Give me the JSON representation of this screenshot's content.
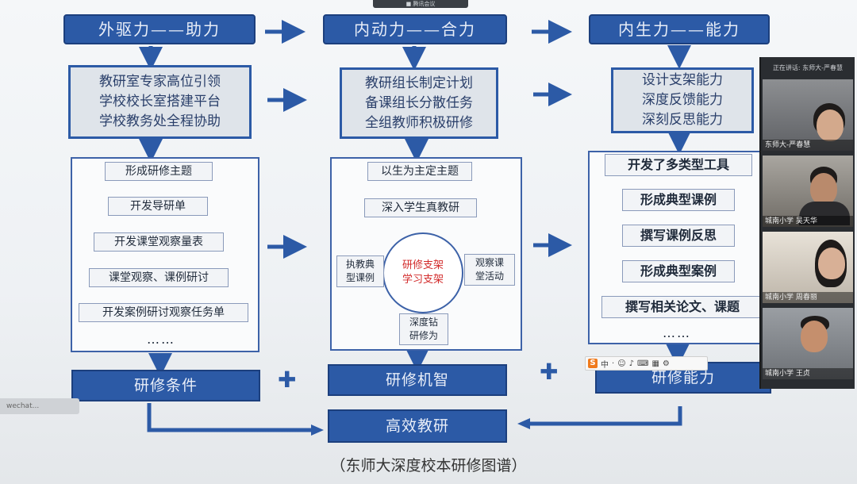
{
  "window": {
    "top_strip_text": "■ 腾讯会议"
  },
  "columns": [
    {
      "header": "外驱力——助力",
      "mid": [
        "教研室专家高位引领",
        "学校校长室搭建平台",
        "学校教务处全程协助"
      ],
      "steps": [
        "形成研修主题",
        "开发导研单",
        "开发课堂观察量表",
        "课堂观察、课例研讨",
        "开发案例研讨观察任务单",
        "……"
      ],
      "bar": "研修条件"
    },
    {
      "header": "内动力——合力",
      "mid": [
        "教研组长制定计划",
        "备课组长分散任务",
        "全组教师积极研修"
      ],
      "steps": [
        "以生为主定主题",
        "深入学生真教研"
      ],
      "circle": [
        "研修支架",
        "学习支架"
      ],
      "left_note": [
        "执教典",
        "型课例"
      ],
      "right_note": [
        "观察课",
        "堂活动"
      ],
      "bottom_note": [
        "深度钻",
        "研修为"
      ],
      "bar": "研修机智"
    },
    {
      "header": "内生力——能力",
      "mid": [
        "设计支架能力",
        "深度反馈能力",
        "深刻反思能力"
      ],
      "steps": [
        "开发了多类型工具",
        "形成典型课例",
        "撰写课例反思",
        "形成典型案例",
        "撰写相关论文、课题",
        "……"
      ],
      "bar": "研修能力"
    }
  ],
  "result_bar": "高效教研",
  "plus_sign": "✚",
  "caption": "（东师大深度校本研修图谱）",
  "video_panel": {
    "title": "正在讲话: 东师大-严春慧",
    "participants": [
      {
        "name": "东师大-严春慧"
      },
      {
        "name": "城南小学 吴天华"
      },
      {
        "name": "城南小学 周春丽"
      },
      {
        "name": "城南小学 王贞"
      }
    ]
  },
  "ime_toolbar": {
    "logo": "S",
    "items": [
      "中",
      "·",
      "☺",
      "♪",
      "⌨",
      "▦",
      "⚙"
    ]
  },
  "left_chip": "wechat..."
}
